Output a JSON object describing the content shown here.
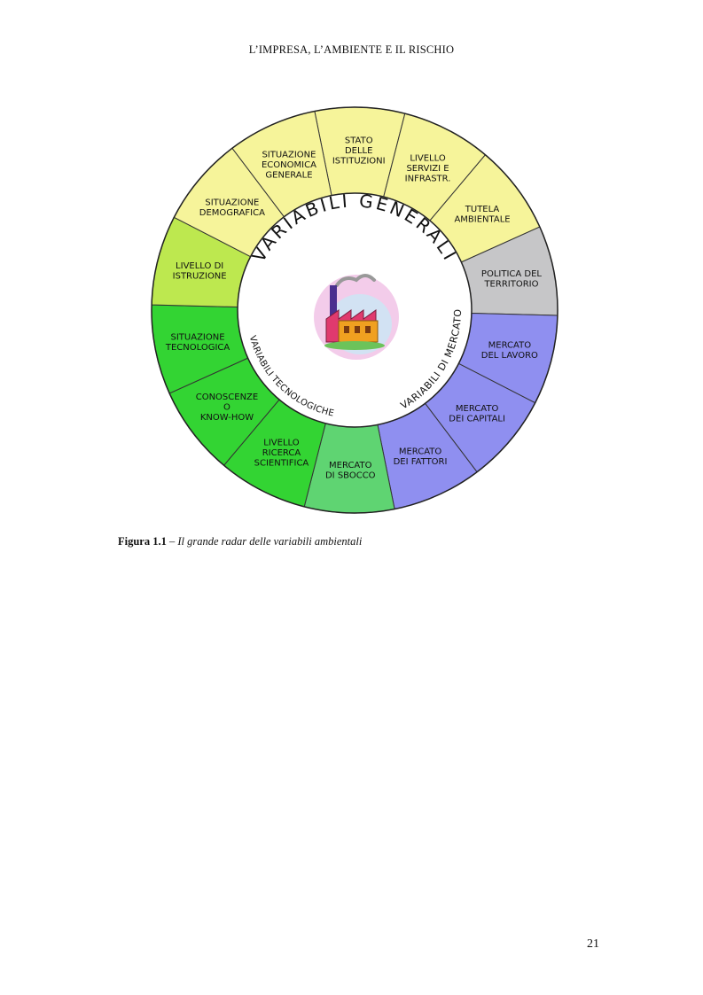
{
  "header": {
    "running_title": "L’IMPRESA, L’AMBIENTE E IL RISCHIO"
  },
  "figure": {
    "rings": {
      "general": "VARIABILI GENERALI",
      "market": "VARIABILI DI MERCATO",
      "technological": "VARIABILI TECNOLOGICHE"
    },
    "segments": [
      {
        "lines": [
          "STATO",
          "DELLE",
          "ISTITUZIONI"
        ],
        "color": "#f6f49a"
      },
      {
        "lines": [
          "LIVELLO",
          "SERVIZI E",
          "INFRASTR."
        ],
        "color": "#f6f49a"
      },
      {
        "lines": [
          "TUTELA",
          "AMBIENTALE"
        ],
        "color": "#f6f49a"
      },
      {
        "lines": [
          "POLITICA DEL",
          "TERRITORIO"
        ],
        "color": "#c6c6c8"
      },
      {
        "lines": [
          "MERCATO",
          "DEL LAVORO"
        ],
        "color": "#8f8ff0"
      },
      {
        "lines": [
          "MERCATO",
          "DEI CAPITALI"
        ],
        "color": "#8f8ff0"
      },
      {
        "lines": [
          "MERCATO",
          "DEI FATTORI"
        ],
        "color": "#8f8ff0"
      },
      {
        "lines": [
          "MERCATO",
          "DI SBOCCO"
        ],
        "color": "#5fd472"
      },
      {
        "lines": [
          "LIVELLO",
          "RICERCA",
          "SCIENTIFICA"
        ],
        "color": "#33d433"
      },
      {
        "lines": [
          "CONOSCENZE",
          "O",
          "KNOW-HOW"
        ],
        "color": "#33d433"
      },
      {
        "lines": [
          "SITUAZIONE",
          "TECNOLOGICA"
        ],
        "color": "#33d433"
      },
      {
        "lines": [
          "LIVELLO DI",
          "ISTRUZIONE"
        ],
        "color": "#bde84f"
      },
      {
        "lines": [
          "SITUAZIONE",
          "DEMOGRAFICA"
        ],
        "color": "#f6f49a"
      },
      {
        "lines": [
          "SITUAZIONE",
          "ECONOMICA",
          "GENERALE"
        ],
        "color": "#f6f49a"
      }
    ],
    "center_icon": "factory-icon"
  },
  "caption": {
    "number": "Figura 1.1",
    "separator": " – ",
    "text": "Il grande radar delle variabili ambientali"
  },
  "page_number": "21"
}
